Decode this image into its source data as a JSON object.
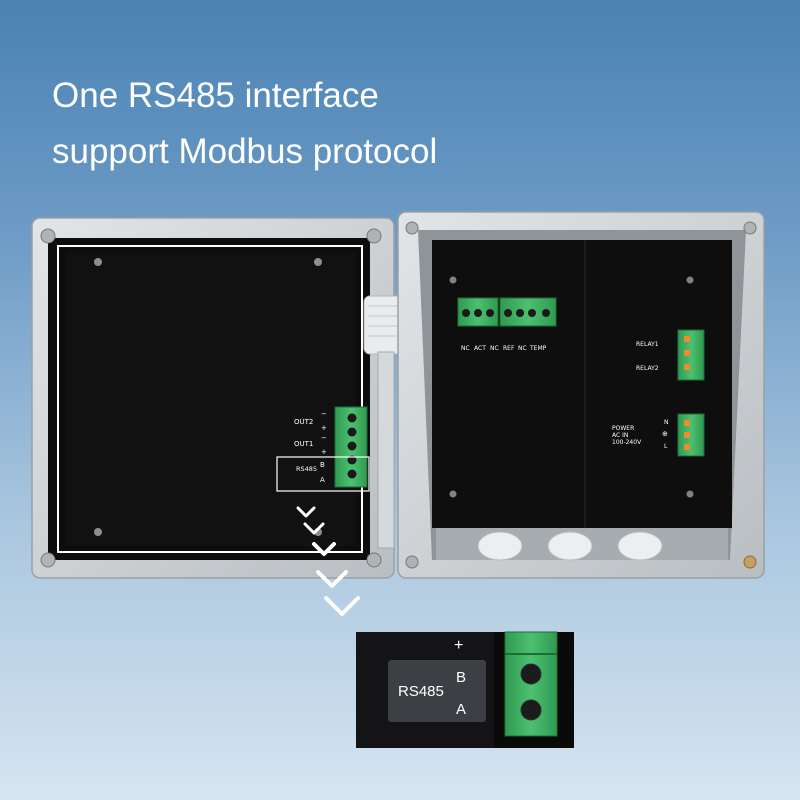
{
  "headline": {
    "line1": "One RS485 interface",
    "line2": "support Modbus protocol"
  },
  "left_panel": {
    "terminals": {
      "out2": "OUT2",
      "out1": "OUT1",
      "rs485": "RS485",
      "b": "B",
      "a": "A",
      "minus1": "−",
      "plus1": "+",
      "minus2": "−",
      "plus2": "+"
    }
  },
  "right_panel": {
    "top_terminals": [
      "NC",
      "ACT",
      "NC",
      "REF",
      "NC",
      "TEMP"
    ],
    "relay1": "RELAY1",
    "relay2": "RELAY2",
    "power_line1": "POWER",
    "power_line2": "AC IN",
    "power_line3": "100-240V",
    "n": "N",
    "ground": "⊕",
    "l": "L"
  },
  "zoom": {
    "plus": "+",
    "rs485": "RS485",
    "b": "B",
    "a": "A"
  },
  "colors": {
    "terminal_green": "#3fae62",
    "panel_black": "#0f0f10",
    "housing_grey": "#cfd3d6"
  }
}
